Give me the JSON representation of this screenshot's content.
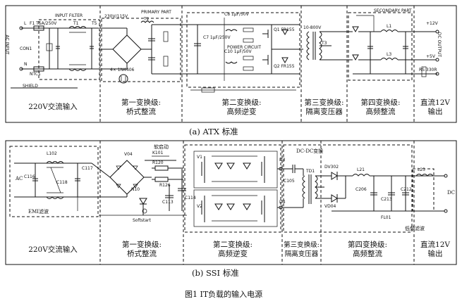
{
  "atx": {
    "blocks": [
      "INPUT FILTER",
      "PRIMARY PART",
      "POWER CIRCUIT",
      "SECONDARY PART"
    ],
    "labels": {
      "ac_input": "AC INPUT",
      "dc_output": "DC OUTPUT",
      "shield": "SHIELD",
      "line": "L",
      "neutral": "N",
      "fuse": "F1 T5A/250V",
      "ntc": "NTC1",
      "con1": "CON1",
      "t1": "T1",
      "t2": "T2",
      "t3": "T3",
      "t5": "T5",
      "sel": "230V/115V",
      "cr": "4× 1N4406",
      "c7": "C7 1µF/250V",
      "c8": "C8 1µF/50V",
      "c10": "C10 1µF/50V",
      "q1": "Q1 FR155",
      "q2": "Q2 FR155",
      "out12": "+12V",
      "out5": "+5V",
      "l1": "L1",
      "l3": "L3",
      "rs": "RS 330R",
      "vpp": "10-800V"
    },
    "stages": [
      "220V交流输入",
      "第一变换级:\n桥式整流",
      "第二变换级:\n高频逆变",
      "第三变换级:\n隔离变压器",
      "第四变换级:\n高频整流",
      "直流12V\n输出"
    ],
    "caption": "(a)  ATX 标准"
  },
  "ssi": {
    "labels": {
      "ac": "AC",
      "dc": "DC",
      "l102": "L102",
      "c116": "C116",
      "c117": "C117",
      "c118": "C118",
      "v04": "V04",
      "soft": "软启动",
      "k101": "K101",
      "r120": "R120",
      "r126": "R126",
      "c113": "C113",
      "c114": "C114",
      "n10": "N10",
      "softstart": "Softstart",
      "v1": "V1",
      "v2": "V2",
      "d3": "D3",
      "d4": "D4",
      "c105": "C105",
      "td1": "TD1",
      "dcdc": "DC-DC变换",
      "dv302": "DV302",
      "vd04": "VD04",
      "l21": "L21",
      "c206": "C206",
      "c213": "C213",
      "c212": "C212",
      "l23": "L23",
      "fl01": "FL01",
      "emi": "EMI滤波",
      "lpf": "低频滤波"
    },
    "stages": [
      "220V交流输入",
      "第一变换级:\n桥式整流",
      "第二变换级:\n高频逆变",
      "第三变换级:\n隔离变压器",
      "第四变换级:\n高频整流",
      "直流12V\n输出"
    ],
    "caption": "(b)  SSI 标准"
  },
  "figure_caption": "图1   IT负载的输入电源"
}
